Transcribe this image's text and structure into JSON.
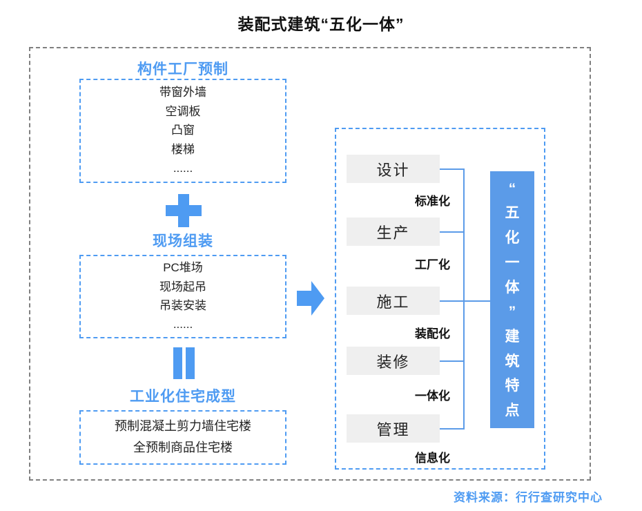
{
  "title": "装配式建筑“五化一体”",
  "accent_color": "#4E9BF2",
  "result_box_color": "#5B9BE8",
  "left": {
    "stage1": {
      "heading": "构件工厂预制",
      "items": [
        "带窗外墙",
        "空调板",
        "凸窗",
        "楼梯",
        "......"
      ]
    },
    "stage2": {
      "heading": "现场组装",
      "items": [
        "PC堆场",
        "现场起吊",
        "吊装安装",
        "......"
      ]
    },
    "stage3": {
      "heading": "工业化住宅成型",
      "items": [
        "预制混凝土剪力墙住宅楼",
        "全预制商品住宅楼"
      ]
    }
  },
  "right": {
    "rows": [
      {
        "label": "设计",
        "tag": "标准化"
      },
      {
        "label": "生产",
        "tag": "工厂化"
      },
      {
        "label": "施工",
        "tag": "装配化"
      },
      {
        "label": "装修",
        "tag": "一体化"
      },
      {
        "label": "管理",
        "tag": "信息化"
      }
    ],
    "result_box": {
      "text": "“五化一体”建筑特点",
      "chars": [
        "“",
        "五",
        "化",
        "一",
        "体",
        "”",
        "建",
        "筑",
        "特",
        "点"
      ]
    }
  },
  "source": "资料来源：行行查研究中心"
}
